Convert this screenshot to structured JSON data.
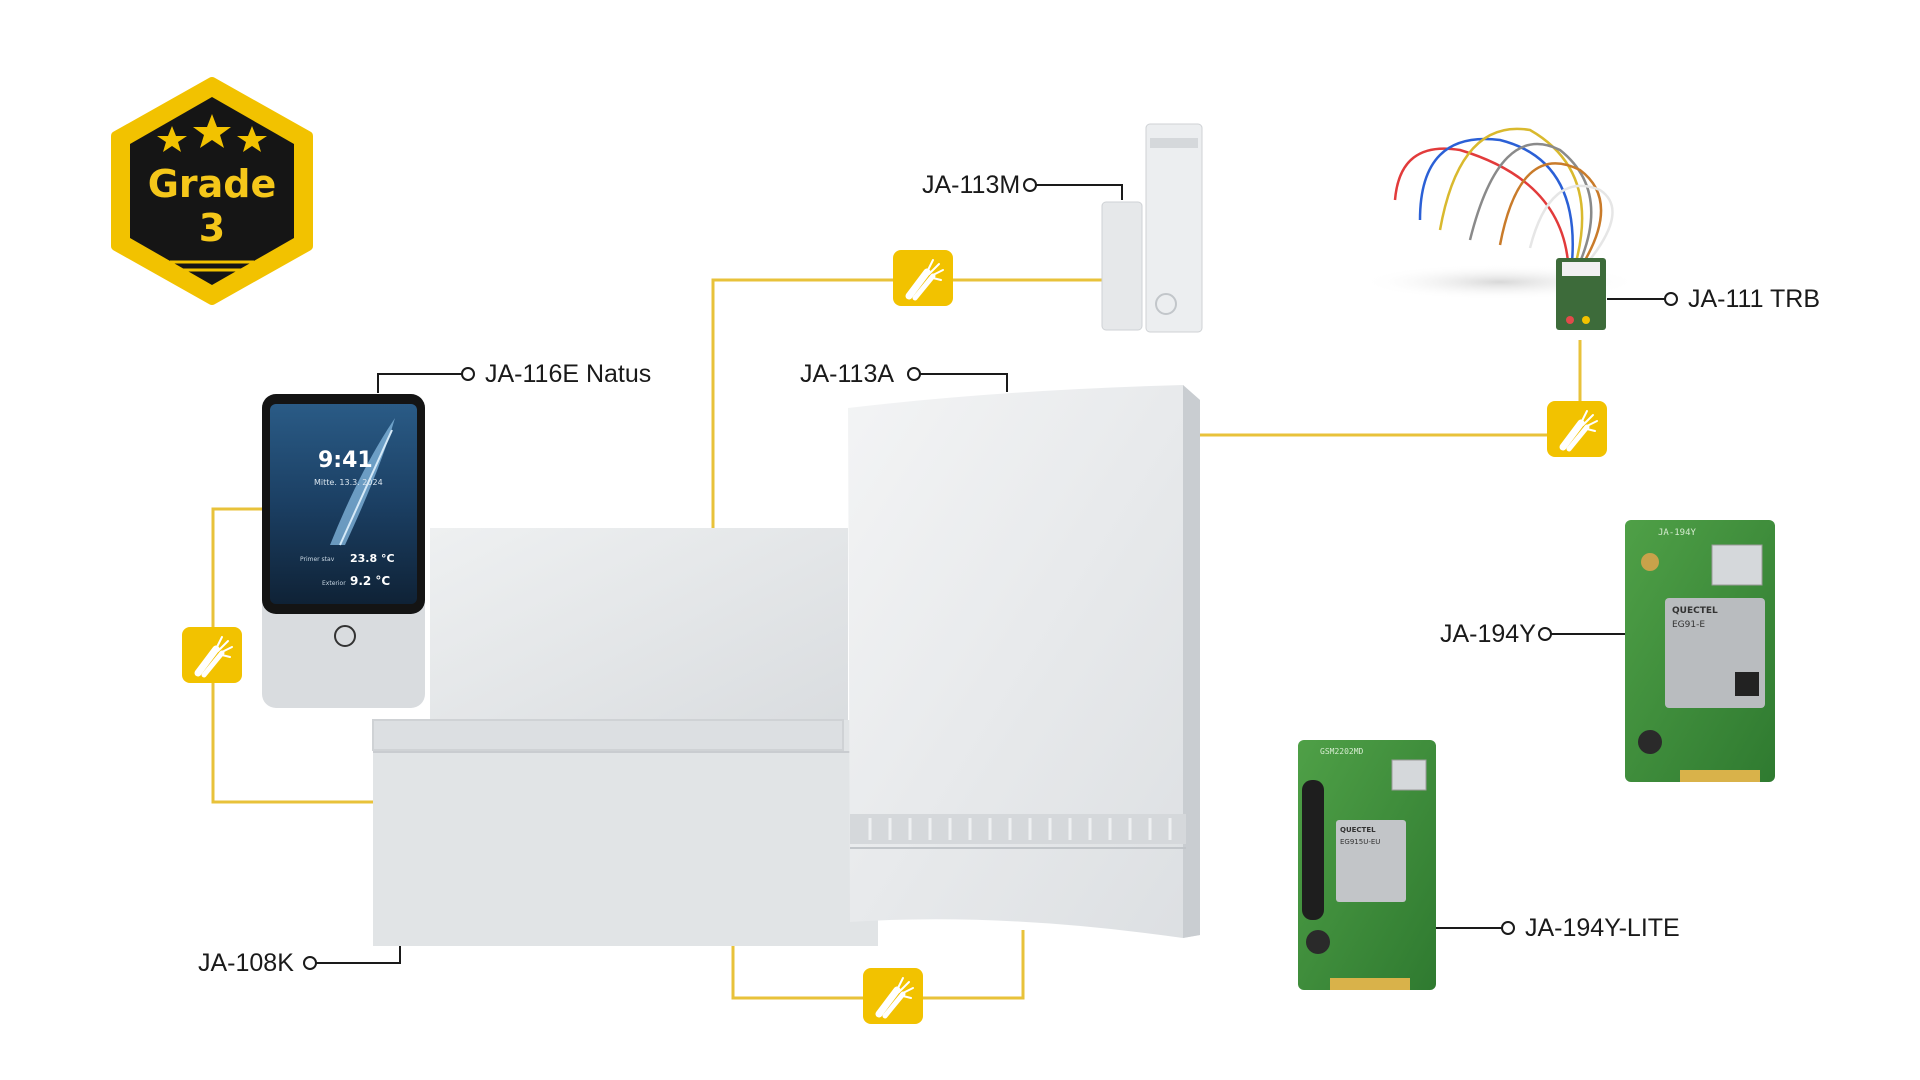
{
  "badge": {
    "title": "Grade",
    "level": "3"
  },
  "labels": {
    "ja113m": "JA-113M",
    "ja111trb": "JA-111 TRB",
    "ja116e": "JA-116E Natus",
    "ja113a": "JA-113A",
    "ja194y": "JA-194Y",
    "ja194ylite": "JA-194Y-LITE",
    "ja108k": "JA-108K"
  },
  "keypad_screen": {
    "time": "9:41",
    "date": "Mitte. 13.3. 2024",
    "indoor_label": "Primer stav",
    "indoor_temp": "23.8 °C",
    "outdoor_label": "Exterior",
    "outdoor_temp": "9.2 °C"
  },
  "modem_194y": {
    "brand": "QUECTEL",
    "model": "EG91-E",
    "silk": "JA-194Y"
  },
  "modem_194ylite": {
    "brand": "QUECTEL",
    "model": "EG915U-EU",
    "silk": "GSM2202MD"
  },
  "colors": {
    "accent": "#f2c200",
    "line": "#e8c23a",
    "device": "#e3e5e7",
    "pcb": "#3f8f3b"
  },
  "icons": {
    "badge": "grade-shield-icon",
    "cable": "cable-icon"
  }
}
